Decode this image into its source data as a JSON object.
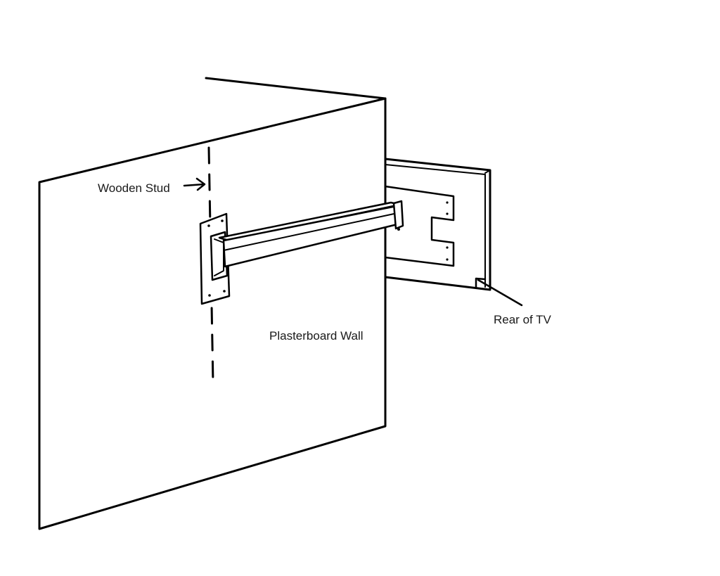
{
  "labels": {
    "wooden_stud": "Wooden Stud",
    "plasterboard_wall": "Plasterboard Wall",
    "rear_of_tv": "Rear of TV"
  },
  "colors": {
    "ink": "#000000",
    "background": "#ffffff"
  }
}
